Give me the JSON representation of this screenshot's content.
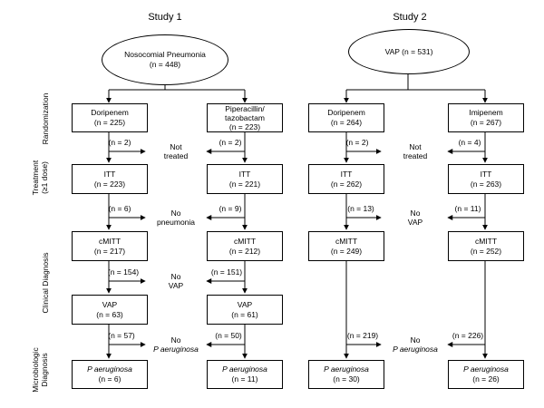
{
  "headers": {
    "study1": "Study 1",
    "study2": "Study 2"
  },
  "stages": {
    "randomization": "Randomization",
    "treatment": [
      "Treatment",
      "(≥1 dose)"
    ],
    "clinical": "Clinical Diagnosis",
    "micro": [
      "Microbiologic",
      "Diagnosis"
    ]
  },
  "study1": {
    "top": [
      "Nosocomial Pneumonia",
      "(n = 448)"
    ],
    "left": {
      "rand": [
        "Doripenem",
        "(n = 225)"
      ],
      "itt": [
        "ITT",
        "(n = 223)"
      ],
      "cmitt": [
        "cMITT",
        "(n = 217)"
      ],
      "vap": [
        "VAP",
        "(n = 63)"
      ],
      "pa": [
        "P aeruginosa",
        "(n = 6)"
      ],
      "ex1": "(n = 2)",
      "ex2": "(n = 6)",
      "ex3": "(n = 154)",
      "ex4": "(n = 57)"
    },
    "right": {
      "rand": [
        "Piperacillin/",
        "tazobactam",
        "(n = 223)"
      ],
      "itt": [
        "ITT",
        "(n = 221)"
      ],
      "cmitt": [
        "cMITT",
        "(n = 212)"
      ],
      "vap": [
        "VAP",
        "(n = 61)"
      ],
      "pa": [
        "P aeruginosa",
        "(n = 11)"
      ],
      "ex1": "(n = 2)",
      "ex2": "(n = 9)",
      "ex3": "(n = 151)",
      "ex4": "(n = 50)"
    },
    "excl": {
      "nt": [
        "Not",
        "treated"
      ],
      "np": [
        "No",
        "pneumonia"
      ],
      "nv": [
        "No",
        "VAP"
      ],
      "npa": [
        "No",
        "P aeruginosa"
      ]
    }
  },
  "study2": {
    "top": "VAP (n = 531)",
    "left": {
      "rand": [
        "Doripenem",
        "(n = 264)"
      ],
      "itt": [
        "ITT",
        "(n = 262)"
      ],
      "cmitt": [
        "cMITT",
        "(n = 249)"
      ],
      "pa": [
        "P aeruginosa",
        "(n = 30)"
      ],
      "ex1": "(n = 2)",
      "ex2": "(n = 13)",
      "ex4": "(n = 219)"
    },
    "right": {
      "rand": [
        "Imipenem",
        "(n = 267)"
      ],
      "itt": [
        "ITT",
        "(n = 263)"
      ],
      "cmitt": [
        "cMITT",
        "(n = 252)"
      ],
      "pa": [
        "P aeruginosa",
        "(n = 26)"
      ],
      "ex1": "(n = 4)",
      "ex2": "(n = 11)",
      "ex4": "(n = 226)"
    },
    "excl": {
      "nt": [
        "Not",
        "treated"
      ],
      "nv": [
        "No",
        "VAP"
      ],
      "npa": [
        "No",
        "P aeruginosa"
      ]
    }
  }
}
